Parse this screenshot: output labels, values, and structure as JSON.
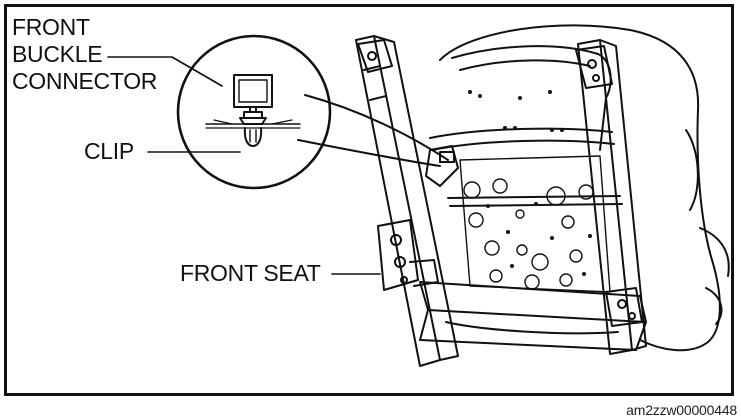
{
  "labels": {
    "front_buckle_connector": [
      "FRONT",
      "BUCKLE",
      "CONNECTOR"
    ],
    "clip": "CLIP",
    "front_seat": "FRONT SEAT"
  },
  "figure_code": "am2zzw00000448"
}
